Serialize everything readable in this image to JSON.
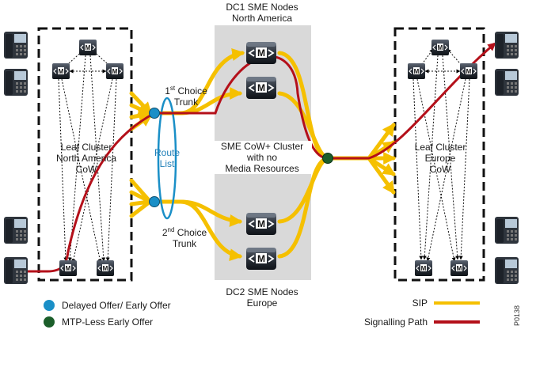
{
  "dc1": {
    "line1": "DC1 SME Nodes",
    "line2": "North America"
  },
  "dc2": {
    "line1": "DC2 SME Nodes",
    "line2": "Europe"
  },
  "center_cluster": {
    "line1": "SME CoW+ Cluster",
    "line2": "with no",
    "line3": "Media Resources"
  },
  "leaf_na": {
    "line1": "Leaf Cluster",
    "line2": "North America",
    "line3": "CoW"
  },
  "leaf_eu": {
    "line1": "Leaf Cluster",
    "line2": "Europe",
    "line3": "CoW"
  },
  "trunk1": {
    "ordinal": "1",
    "suffix": "st",
    "word": "Choice",
    "line2": "Trunk"
  },
  "trunk2": {
    "ordinal": "2",
    "suffix": "nd",
    "word": "Choice",
    "line2": "Trunk"
  },
  "route_list": {
    "line1": "Route",
    "line2": "List"
  },
  "legend": {
    "delayed_offer": "Delayed Offer/ Early Offer",
    "mtp_less": "MTP-Less Early Offer",
    "sip": "SIP",
    "signalling": "Signalling Path"
  },
  "figure_id": "P0138",
  "colors": {
    "sip": "#f5c000",
    "signalling": "#b4101a",
    "delayed_dot": "#1a8fc7",
    "mtp_dot": "#1b5e2a",
    "panel": "#d9d9d9"
  },
  "icons": {
    "node": "call-manager-icon",
    "phone": "ip-phone-icon"
  }
}
